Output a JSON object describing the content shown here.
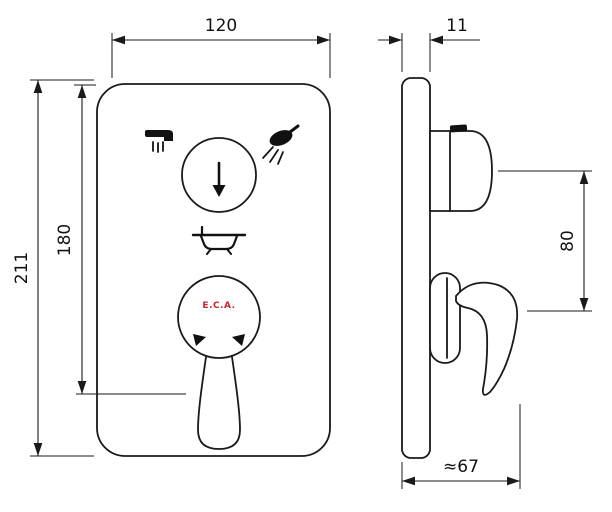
{
  "dimensions": {
    "front_width": "120",
    "front_overall_height": "211",
    "front_inner_height": "180",
    "side_thickness": "11",
    "side_spacing": "80",
    "side_projection": "≈67"
  },
  "logo": {
    "text": "E.C.A.",
    "color": "#cc2328"
  },
  "icons": [
    "spout-icon",
    "shower-head-icon",
    "arrow-down-icon",
    "bathtub-icon"
  ],
  "colors": {
    "line": "#1a1a1a",
    "background": "#ffffff"
  }
}
